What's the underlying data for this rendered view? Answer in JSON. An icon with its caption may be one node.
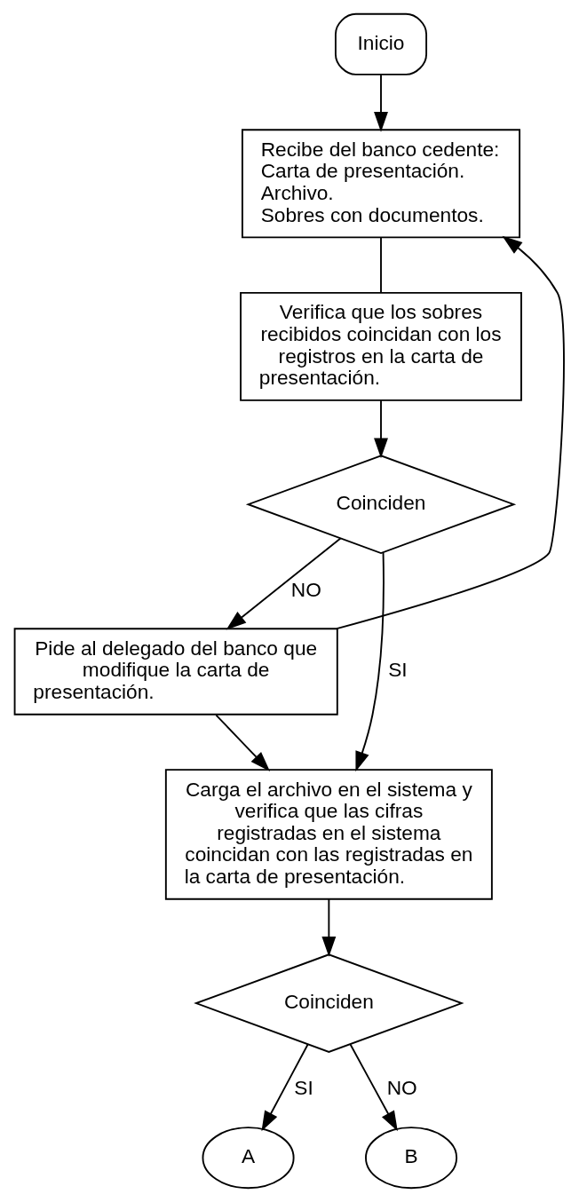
{
  "diagram": {
    "nodes": [
      {
        "text": [
          "Inicio"
        ]
      },
      {
        "text": [
          "Recibe del banco cedente:",
          "Carta de presentación.",
          "Archivo.",
          "Sobres con documentos."
        ]
      },
      {
        "text": [
          "Verifica que los sobres recibidos coincidan con los registros en la carta de presentación."
        ]
      },
      {
        "text": [
          "Coinciden"
        ]
      },
      {
        "text": [
          "Pide al delegado del banco que modifique la carta de presentación."
        ]
      },
      {
        "text": [
          "Carga el archivo en el sistema y verifica que las cifras registradas en el sistema coincidan con las registradas en la carta de presentación."
        ]
      },
      {
        "text": [
          "Coinciden"
        ]
      },
      {
        "text": [
          "A"
        ]
      },
      {
        "text": [
          "B"
        ]
      }
    ],
    "edges": [
      {
        "from": 0,
        "to": 1,
        "arrow": "to"
      },
      {
        "from": 4,
        "to": 1,
        "arrow": "to"
      },
      {
        "from": 1,
        "to": 2,
        "arrow": "none"
      },
      {
        "from": 2,
        "to": 3,
        "arrow": "to"
      },
      {
        "from": 3,
        "to": 5,
        "arrow": "to",
        "label": "SI"
      },
      {
        "from": 3,
        "to": 4,
        "arrow": "to",
        "label": "NO"
      },
      {
        "from": 4,
        "to": 5,
        "arrow": "to"
      },
      {
        "from": 5,
        "to": 6,
        "arrow": "to"
      },
      {
        "from": 6,
        "to": 7,
        "arrow": "to",
        "label": "SI"
      },
      {
        "from": 6,
        "to": 8,
        "arrow": "to",
        "label": "NO"
      }
    ]
  }
}
